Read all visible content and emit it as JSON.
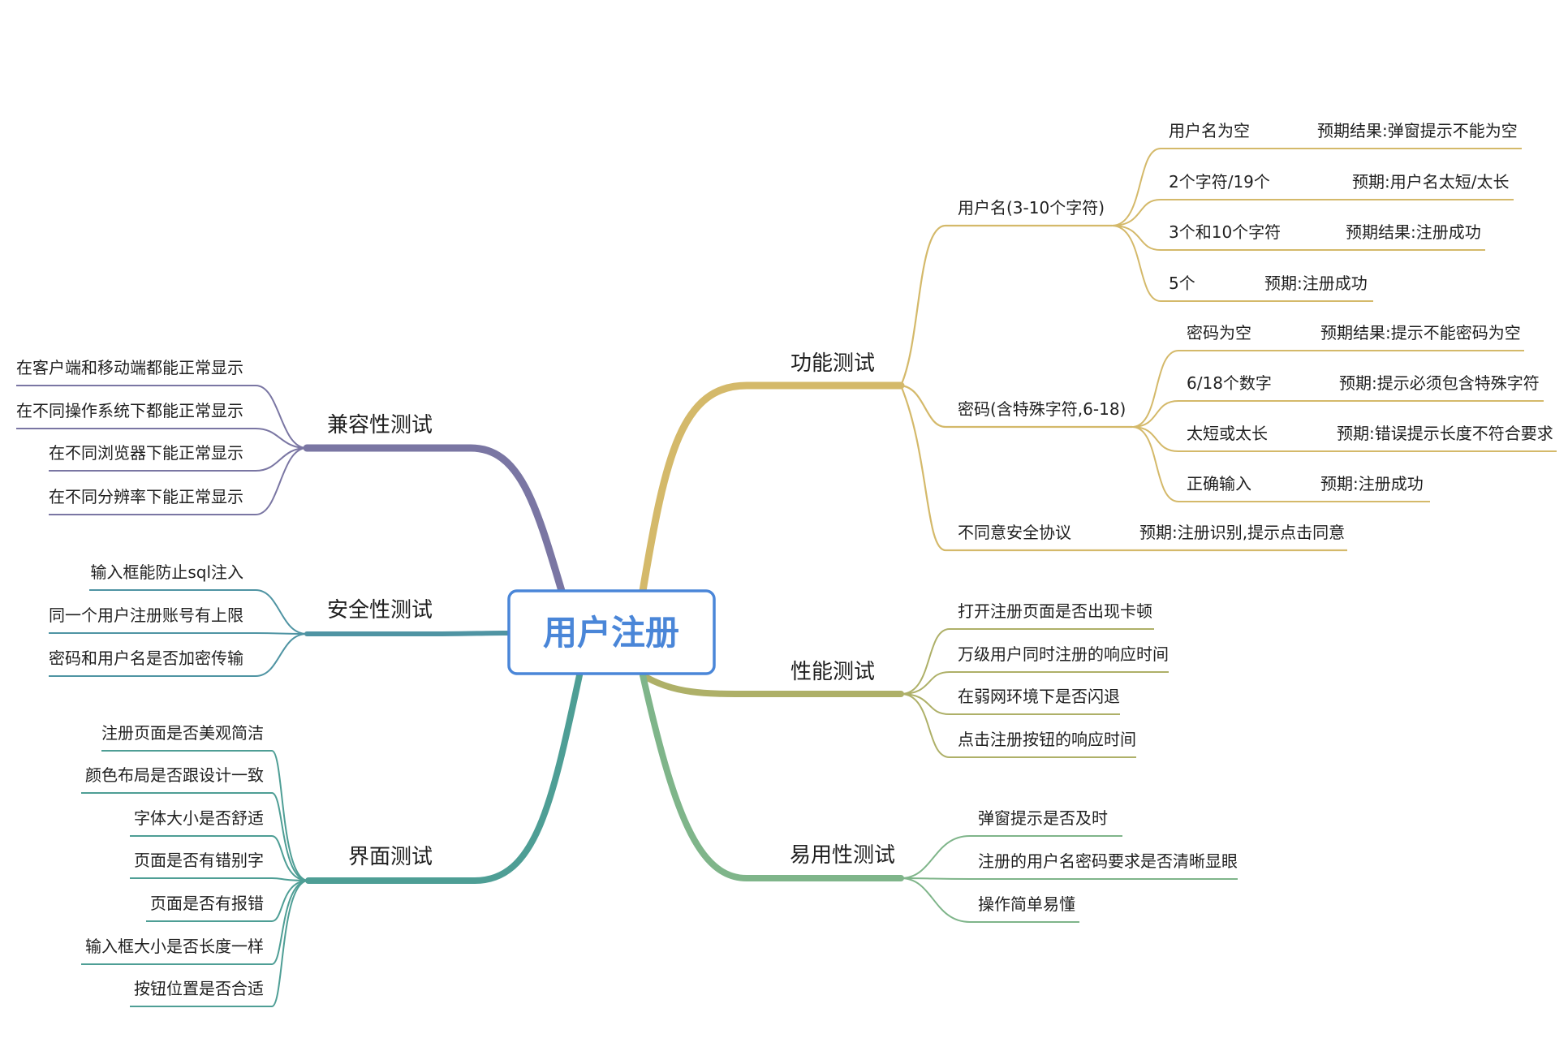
{
  "root": {
    "label": "用户注册",
    "color": "#4a86d8"
  },
  "branches": {
    "func": {
      "label": "功能测试",
      "color": "#d4b96a",
      "username": {
        "label": "用户名(3-10个字符)",
        "items": [
          {
            "case": "用户名为空",
            "expect": "预期结果:弹窗提示不能为空"
          },
          {
            "case": "2个字符/19个",
            "expect": "预期:用户名太短/太长"
          },
          {
            "case": "3个和10个字符",
            "expect": "预期结果:注册成功"
          },
          {
            "case": "5个",
            "expect": "预期:注册成功"
          }
        ]
      },
      "password": {
        "label": "密码(含特殊字符,6-18)",
        "items": [
          {
            "case": "密码为空",
            "expect": "预期结果:提示不能密码为空"
          },
          {
            "case": "6/18个数字",
            "expect": "预期:提示必须包含特殊字符"
          },
          {
            "case": "太短或太长",
            "expect": "预期:错误提示长度不符合要求"
          },
          {
            "case": "正确输入",
            "expect": "预期:注册成功"
          }
        ]
      },
      "agreement": {
        "case": "不同意安全协议",
        "expect": "预期:注册识别,提示点击同意"
      }
    },
    "perf": {
      "label": "性能测试",
      "color": "#aeb068",
      "items": [
        "打开注册页面是否出现卡顿",
        "万级用户同时注册的响应时间",
        "在弱网环境下是否闪退",
        "点击注册按钮的响应时间"
      ]
    },
    "usab": {
      "label": "易用性测试",
      "color": "#7fb58a",
      "items": [
        "弹窗提示是否及时",
        "注册的用户名密码要求是否清晰显眼",
        "操作简单易懂"
      ]
    },
    "compat": {
      "label": "兼容性测试",
      "color": "#7a76a3",
      "items": [
        "在客户端和移动端都能正常显示",
        "在不同操作系统下都能正常显示",
        "在不同浏览器下能正常显示",
        "在不同分辨率下能正常显示"
      ]
    },
    "sec": {
      "label": "安全性测试",
      "color": "#4f94a3",
      "items": [
        "输入框能防止sql注入",
        "同一个用户注册账号有上限",
        "密码和用户名是否加密传输"
      ]
    },
    "ui": {
      "label": "界面测试",
      "color": "#4e9e95",
      "items": [
        "注册页面是否美观简洁",
        "颜色布局是否跟设计一致",
        "字体大小是否舒适",
        "页面是否有错别字",
        "页面是否有报错",
        "输入框大小是否长度一样",
        "按钮位置是否合适"
      ]
    }
  }
}
